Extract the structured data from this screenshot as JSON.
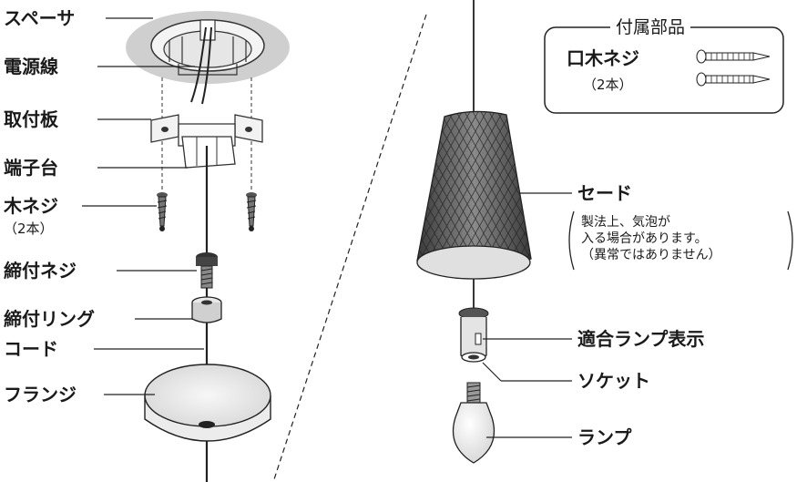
{
  "labels": {
    "spacer": "スペーサ",
    "power_wire": "電源線",
    "mounting_plate": "取付板",
    "terminal_block": "端子台",
    "wood_screw": "木ネジ",
    "wood_screw_qty": "（2本）",
    "tightening_screw": "締付ネジ",
    "tightening_ring": "締付リング",
    "cord": "コード",
    "flange": "フランジ",
    "shade": "セード",
    "shade_note_1": "製法上、気泡が",
    "shade_note_2": "入る場合があります。",
    "shade_note_3": "（異常ではありません）",
    "lamp_indication": "適合ランプ表示",
    "socket": "ソケット",
    "lamp": "ランプ"
  },
  "accessories": {
    "title": "付属部品",
    "item": "口木ネジ",
    "qty": "（2本）"
  }
}
